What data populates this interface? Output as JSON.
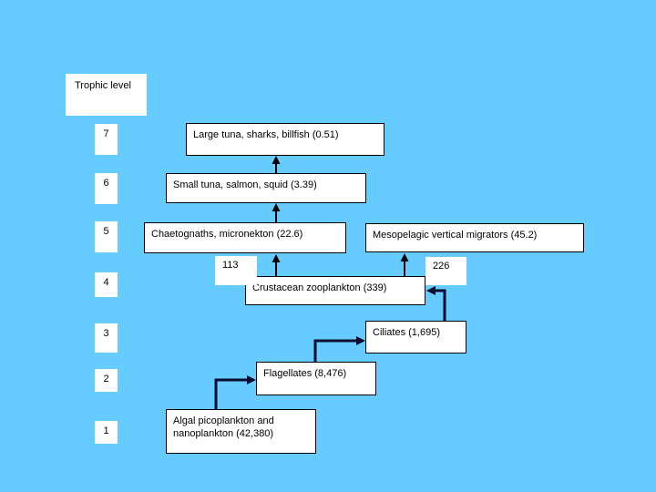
{
  "slide": {
    "background_color": "#66CCFF",
    "box_fill": "#FFFFFF",
    "box_border": "#000000",
    "arrow_color": "#000000",
    "elbow_arrow_color": "#0B0B30",
    "title": "Trophic level"
  },
  "trophic_levels": [
    "7",
    "6",
    "5",
    "4",
    "3",
    "2",
    "1"
  ],
  "nodes": [
    {
      "id": "large-tuna",
      "level": 7,
      "label": "Large tuna, sharks, billfish (0.51)",
      "biomass": 0.51
    },
    {
      "id": "small-tuna",
      "level": 6,
      "label": "Small tuna, salmon, squid (3.39)",
      "biomass": 3.39
    },
    {
      "id": "chaetognaths",
      "level": 5,
      "label": "Chaetognaths, micronekton (22.6)",
      "biomass": 22.6
    },
    {
      "id": "mesopelagic",
      "level": 5,
      "label": "Mesopelagic vertical migrators (45.2)",
      "biomass": 45.2
    },
    {
      "id": "crustacean-zooplankton",
      "level": 4,
      "label": "Crustacean zooplankton (339)",
      "biomass": 339
    },
    {
      "id": "ciliates",
      "level": 3,
      "label": "Ciliates (1,695)",
      "biomass": 1695
    },
    {
      "id": "flagellates",
      "level": 2,
      "label": "Flagellates (8,476)",
      "biomass": 8476
    },
    {
      "id": "algal-picoplankton",
      "level": 1,
      "label": "Algal picoplankton and\nnanoplankton (42,380)",
      "biomass": 42380
    }
  ],
  "edges": [
    {
      "from": "small-tuna",
      "to": "large-tuna"
    },
    {
      "from": "chaetognaths",
      "to": "small-tuna"
    },
    {
      "from": "crustacean-zooplankton",
      "to": "chaetognaths",
      "label": "113"
    },
    {
      "from": "crustacean-zooplankton",
      "to": "mesopelagic",
      "label": "226"
    },
    {
      "from": "ciliates",
      "to": "crustacean-zooplankton"
    },
    {
      "from": "flagellates",
      "to": "ciliates"
    },
    {
      "from": "algal-picoplankton",
      "to": "flagellates"
    }
  ]
}
